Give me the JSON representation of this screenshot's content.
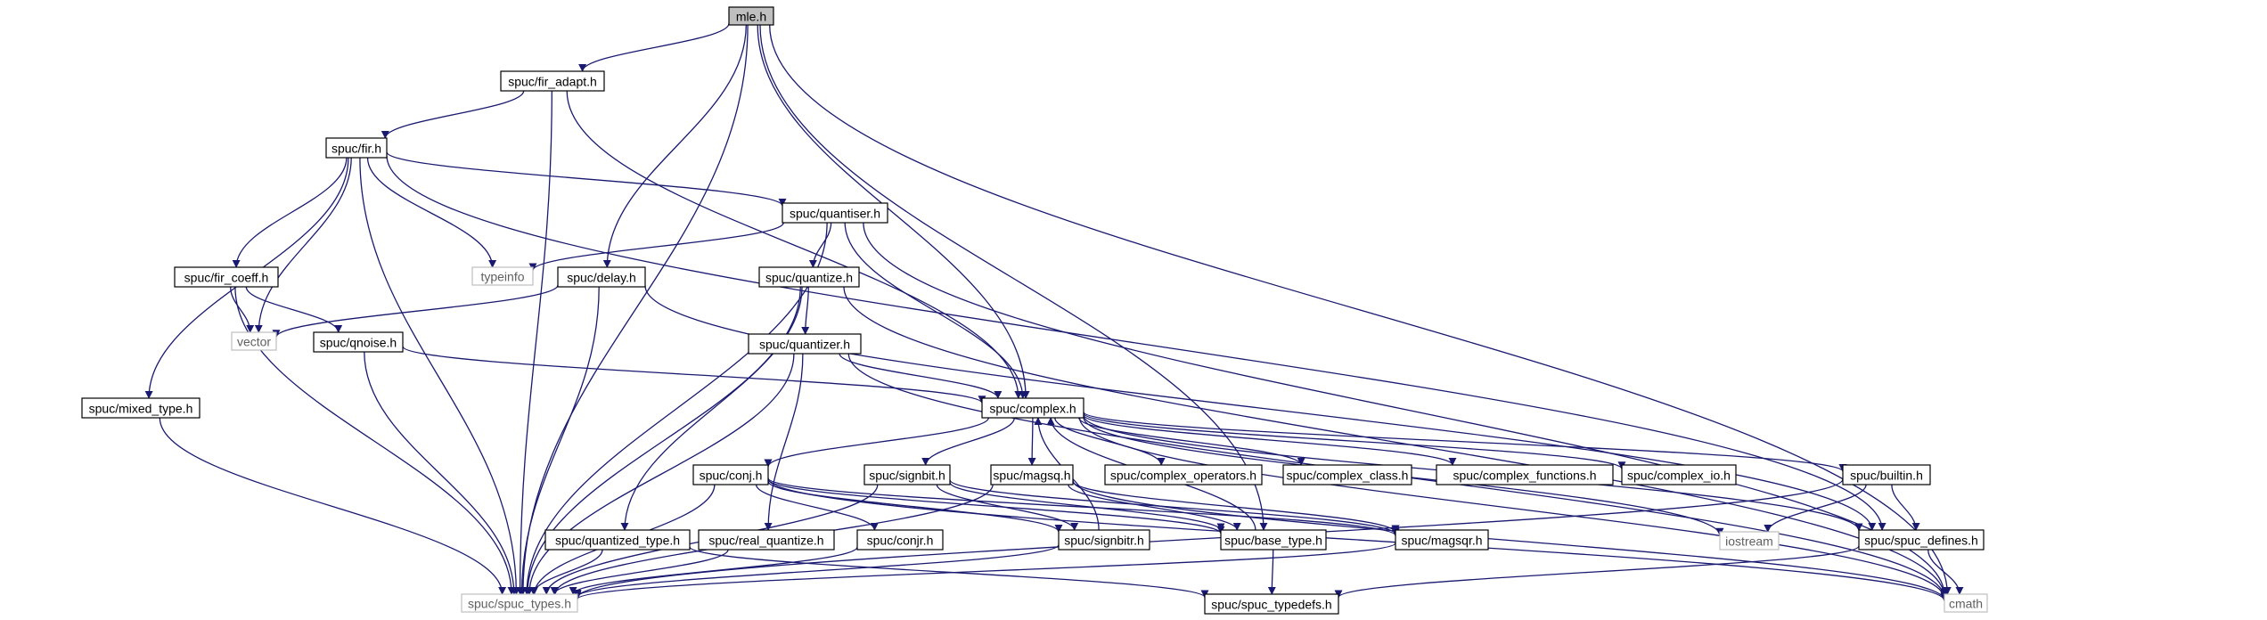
{
  "colors": {
    "edge": "#191970",
    "node_border": "#000000",
    "external_border": "#bfbfbf",
    "current_fill": "#bfbfbf"
  },
  "nodes": [
    {
      "id": "mle",
      "label": "mle.h",
      "kind": "current"
    },
    {
      "id": "fir_adapt",
      "label": "spuc/fir_adapt.h",
      "kind": "file"
    },
    {
      "id": "fir",
      "label": "spuc/fir.h",
      "kind": "file"
    },
    {
      "id": "quantiser",
      "label": "spuc/quantiser.h",
      "kind": "file"
    },
    {
      "id": "typeinfo",
      "label": "typeinfo",
      "kind": "external"
    },
    {
      "id": "delay",
      "label": "spuc/delay.h",
      "kind": "file"
    },
    {
      "id": "quantize",
      "label": "spuc/quantize.h",
      "kind": "file"
    },
    {
      "id": "fir_coeff",
      "label": "spuc/fir_coeff.h",
      "kind": "file"
    },
    {
      "id": "vector",
      "label": "vector",
      "kind": "external"
    },
    {
      "id": "qnoise",
      "label": "spuc/qnoise.h",
      "kind": "file"
    },
    {
      "id": "quantizer",
      "label": "spuc/quantizer.h",
      "kind": "file"
    },
    {
      "id": "complex",
      "label": "spuc/complex.h",
      "kind": "file"
    },
    {
      "id": "mixed_type",
      "label": "spuc/mixed_type.h",
      "kind": "file"
    },
    {
      "id": "conj",
      "label": "spuc/conj.h",
      "kind": "file"
    },
    {
      "id": "signbit",
      "label": "spuc/signbit.h",
      "kind": "file"
    },
    {
      "id": "magsq",
      "label": "spuc/magsq.h",
      "kind": "file"
    },
    {
      "id": "complex_operators",
      "label": "spuc/complex_operators.h",
      "kind": "file"
    },
    {
      "id": "complex_class",
      "label": "spuc/complex_class.h",
      "kind": "file"
    },
    {
      "id": "complex_functions",
      "label": "spuc/complex_functions.h",
      "kind": "file"
    },
    {
      "id": "complex_io",
      "label": "spuc/complex_io.h",
      "kind": "file"
    },
    {
      "id": "builtin",
      "label": "spuc/builtin.h",
      "kind": "file"
    },
    {
      "id": "quantized_type",
      "label": "spuc/quantized_type.h",
      "kind": "file"
    },
    {
      "id": "real_quantize",
      "label": "spuc/real_quantize.h",
      "kind": "file"
    },
    {
      "id": "conjr",
      "label": "spuc/conjr.h",
      "kind": "file"
    },
    {
      "id": "signbitr",
      "label": "spuc/signbitr.h",
      "kind": "file"
    },
    {
      "id": "base_type",
      "label": "spuc/base_type.h",
      "kind": "file"
    },
    {
      "id": "magsqr",
      "label": "spuc/magsqr.h",
      "kind": "file"
    },
    {
      "id": "iostream",
      "label": "iostream",
      "kind": "external"
    },
    {
      "id": "spuc_defines",
      "label": "spuc/spuc_defines.h",
      "kind": "file"
    },
    {
      "id": "spuc_types",
      "label": "spuc/spuc_types.h",
      "kind": "external"
    },
    {
      "id": "spuc_typedefs",
      "label": "spuc/spuc_typedefs.h",
      "kind": "file"
    },
    {
      "id": "cmath",
      "label": "cmath",
      "kind": "external"
    }
  ],
  "edges": [
    [
      "mle",
      "fir_adapt"
    ],
    [
      "mle",
      "delay"
    ],
    [
      "mle",
      "spuc_types"
    ],
    [
      "mle",
      "complex"
    ],
    [
      "mle",
      "base_type"
    ],
    [
      "mle",
      "cmath"
    ],
    [
      "fir_adapt",
      "fir"
    ],
    [
      "fir_adapt",
      "spuc_types"
    ],
    [
      "fir_adapt",
      "complex"
    ],
    [
      "fir",
      "quantiser"
    ],
    [
      "fir",
      "typeinfo"
    ],
    [
      "fir",
      "fir_coeff"
    ],
    [
      "fir",
      "vector"
    ],
    [
      "fir",
      "mixed_type"
    ],
    [
      "fir",
      "spuc_types"
    ],
    [
      "fir",
      "spuc_defines"
    ],
    [
      "quantiser",
      "typeinfo"
    ],
    [
      "quantiser",
      "quantize"
    ],
    [
      "quantiser",
      "complex"
    ],
    [
      "quantiser",
      "spuc_types"
    ],
    [
      "quantiser",
      "cmath"
    ],
    [
      "delay",
      "vector"
    ],
    [
      "delay",
      "spuc_types"
    ],
    [
      "delay",
      "spuc_defines"
    ],
    [
      "quantize",
      "quantizer"
    ],
    [
      "quantize",
      "quantized_type"
    ],
    [
      "quantize",
      "spuc_types"
    ],
    [
      "quantize",
      "cmath"
    ],
    [
      "fir_coeff",
      "vector"
    ],
    [
      "fir_coeff",
      "qnoise"
    ],
    [
      "fir_coeff",
      "spuc_types"
    ],
    [
      "qnoise",
      "complex"
    ],
    [
      "qnoise",
      "spuc_types"
    ],
    [
      "quantizer",
      "complex"
    ],
    [
      "quantizer",
      "real_quantize"
    ],
    [
      "quantizer",
      "spuc_types"
    ],
    [
      "quantizer",
      "cmath"
    ],
    [
      "mixed_type",
      "spuc_types"
    ],
    [
      "complex",
      "conj"
    ],
    [
      "complex",
      "signbit"
    ],
    [
      "complex",
      "magsq"
    ],
    [
      "complex",
      "complex_operators"
    ],
    [
      "complex",
      "complex_class"
    ],
    [
      "complex",
      "complex_functions"
    ],
    [
      "complex",
      "complex_io"
    ],
    [
      "complex",
      "builtin"
    ],
    [
      "complex",
      "iostream"
    ],
    [
      "complex",
      "spuc_defines"
    ],
    [
      "complex",
      "cmath"
    ],
    [
      "conj",
      "conjr"
    ],
    [
      "conj",
      "base_type"
    ],
    [
      "conj",
      "spuc_types"
    ],
    [
      "conj",
      "cmath"
    ],
    [
      "conj",
      "signbitr"
    ],
    [
      "conj",
      "magsqr"
    ],
    [
      "signbit",
      "signbitr"
    ],
    [
      "signbit",
      "base_type"
    ],
    [
      "signbit",
      "spuc_types"
    ],
    [
      "signbit",
      "magsqr"
    ],
    [
      "magsq",
      "magsqr"
    ],
    [
      "magsq",
      "base_type"
    ],
    [
      "magsq",
      "spuc_types"
    ],
    [
      "magsq",
      "cmath"
    ],
    [
      "builtin",
      "iostream"
    ],
    [
      "builtin",
      "spuc_defines"
    ],
    [
      "builtin",
      "spuc_types"
    ],
    [
      "quantized_type",
      "spuc_types"
    ],
    [
      "quantized_type",
      "spuc_typedefs"
    ],
    [
      "real_quantize",
      "spuc_types"
    ],
    [
      "conjr",
      "spuc_types"
    ],
    [
      "signbitr",
      "complex"
    ],
    [
      "signbitr",
      "spuc_types"
    ],
    [
      "base_type",
      "spuc_typedefs"
    ],
    [
      "base_type",
      "complex"
    ],
    [
      "magsqr",
      "spuc_types"
    ],
    [
      "spuc_defines",
      "spuc_typedefs"
    ],
    [
      "spuc_defines",
      "cmath"
    ]
  ]
}
